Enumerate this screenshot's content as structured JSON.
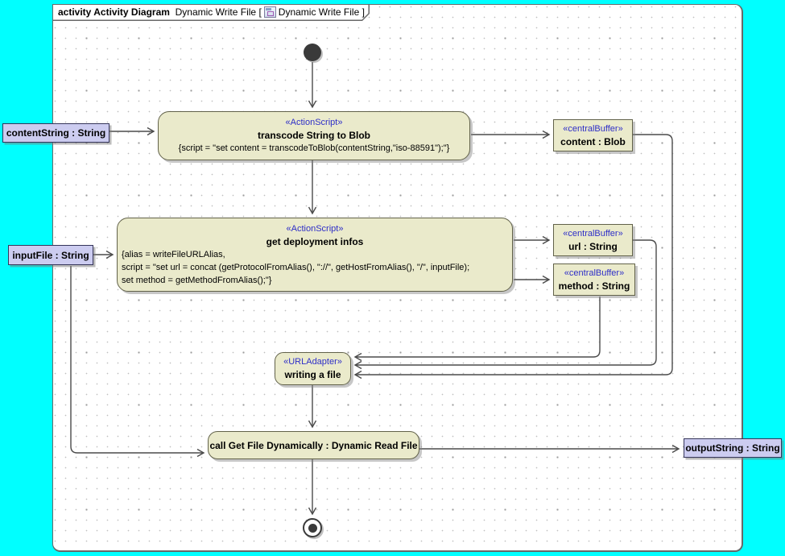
{
  "frame": {
    "heading_bold": "activity Activity Diagram",
    "heading_name": "Dynamic Write File",
    "heading_open": "[",
    "heading_ref": "Dynamic Write File",
    "heading_close": "]"
  },
  "nodes": {
    "transcode": {
      "stereotype": "«ActionScript»",
      "name": "transcode String to Blob",
      "body": "{script = \"set content = transcodeToBlob(contentString,\"iso-88591\");\"}"
    },
    "content_buffer": {
      "stereotype": "«centralBuffer»",
      "name": "content : Blob"
    },
    "deploy": {
      "stereotype": "«ActionScript»",
      "name": "get deployment infos",
      "body_lines": [
        "{alias = writeFileURLAlias,",
        "script = \"set url = concat (getProtocolFromAlias(), \"://\", getHostFromAlias(), \"/\", inputFile);",
        "set method = getMethodFromAlias();\"}"
      ]
    },
    "url_buffer": {
      "stereotype": "«centralBuffer»",
      "name": "url : String"
    },
    "method_buffer": {
      "stereotype": "«centralBuffer»",
      "name": "method : String"
    },
    "url_adapter": {
      "stereotype": "«URLAdapter»",
      "name": "writing a file"
    },
    "call_action": {
      "name": "call Get File Dynamically : Dynamic Read File"
    }
  },
  "pins": {
    "content_string": "contentString : String",
    "input_file": "inputFile : String",
    "output_string": "outputString : String"
  },
  "colors": {
    "canvas": "#00ffff",
    "node_fill": "#eaeacb",
    "node_border": "#62624a",
    "pin_fill": "#ccccf0",
    "stereotype_text": "#2e2ec8",
    "edge": "#4b4b4b"
  }
}
